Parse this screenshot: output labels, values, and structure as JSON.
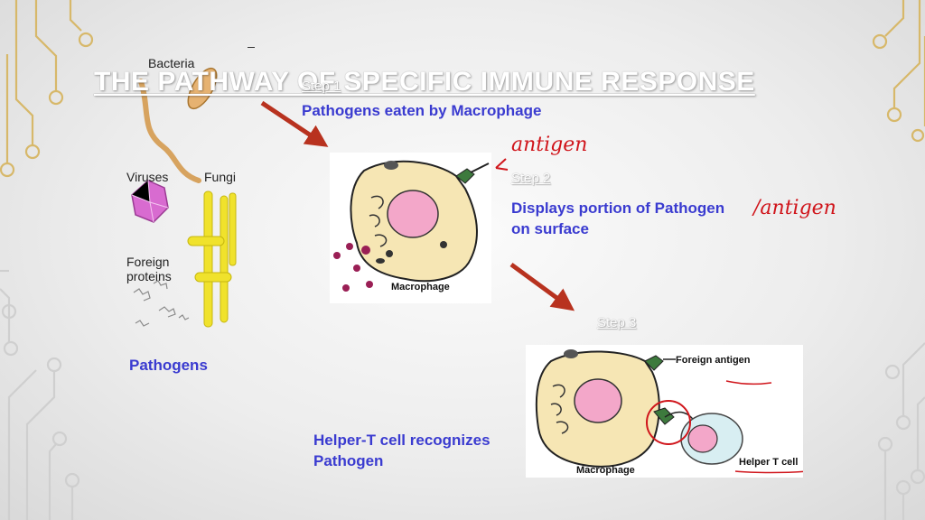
{
  "slide": {
    "title": "THE PATHWAY OF SPECIFIC IMMUNE RESPONSE"
  },
  "pathogens_figure": {
    "bacteria_label": "Bacteria",
    "viruses_label": "Viruses",
    "fungi_label": "Fungi",
    "proteins_label_line1": "Foreign",
    "proteins_label_line2": "proteins",
    "caption": "Pathogens"
  },
  "step1": {
    "label": "Step 1",
    "text": "Pathogens eaten by Macrophage"
  },
  "step2": {
    "label": "Step 2",
    "text_line1": "Displays portion of Pathogen",
    "text_line2": "on surface",
    "annotation_antigen_top": "antigen",
    "annotation_antigen_side": "/antigen"
  },
  "step3": {
    "label": "Step 3",
    "text_line1": "Helper-T cell recognizes",
    "text_line2": "Pathogen",
    "foreign_antigen_label": "Foreign antigen",
    "helper_t_label": "Helper T cell"
  },
  "macrophage_label": "Macrophage",
  "colors": {
    "step_text": "#3a3bd0",
    "arrow": "#b8321f",
    "annotation": "#d0151b",
    "cell_fill": "#f6e6b4",
    "nucleus": "#f3a7c9"
  }
}
